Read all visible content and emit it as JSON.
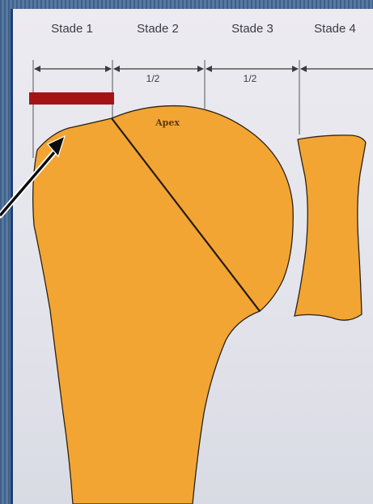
{
  "stages": [
    "Stade 1",
    "Stade 2",
    "Stade 3",
    "Stade 4"
  ],
  "half_labels": [
    "1/2",
    "1/2"
  ],
  "apex_label": "Apex",
  "colors": {
    "bone_fill": "#f2a533",
    "bone_outline": "#2a2218",
    "marker_bar": "#a51414",
    "frame": "#1c3f6e",
    "paper": "#ebe9ef"
  },
  "icons": [
    "double-arrow-pointer-icon",
    "dimension-arrow-icon"
  ]
}
